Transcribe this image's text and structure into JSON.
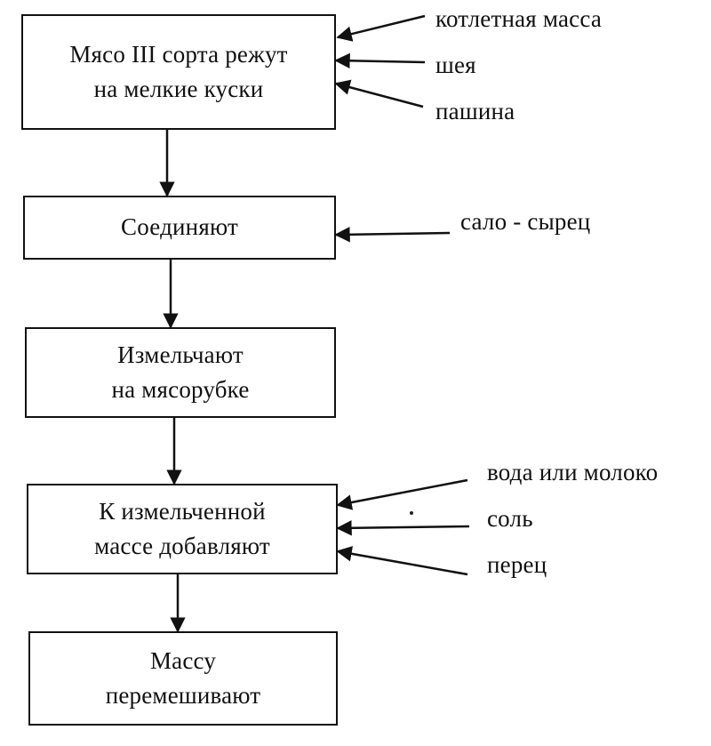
{
  "steps": [
    {
      "lines": [
        "Мясо III сорта режут",
        "на мелкие куски"
      ]
    },
    {
      "lines": [
        "Соединяют"
      ]
    },
    {
      "lines": [
        "Измельчают",
        "на мясорубке"
      ]
    },
    {
      "lines": [
        "К измельченной",
        "массе добавляют"
      ]
    },
    {
      "lines": [
        "Массу",
        "перемешивают"
      ]
    }
  ],
  "inputs": {
    "step1": [
      "котлетная масса",
      "шея",
      "пашина"
    ],
    "step2": [
      "сало - сырец"
    ],
    "step4": [
      "вода или молоко",
      "соль",
      "перец"
    ]
  }
}
